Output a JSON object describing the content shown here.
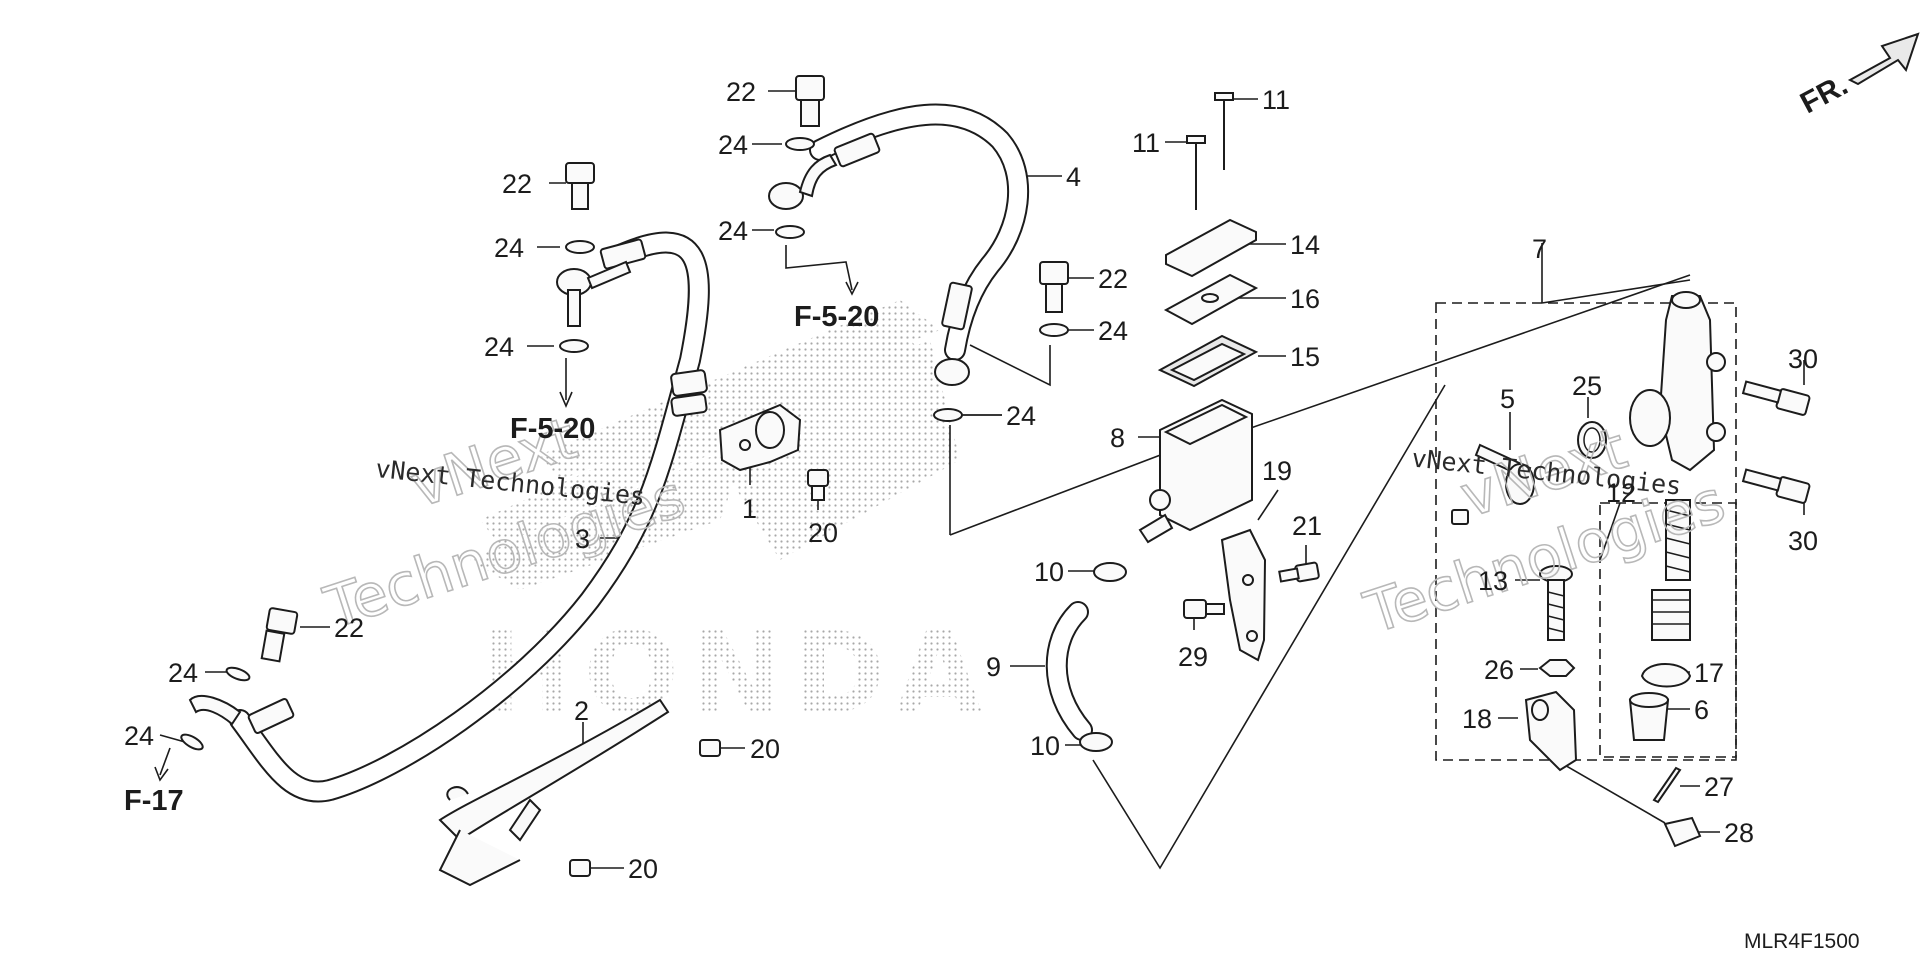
{
  "diagram": {
    "callouts": [
      {
        "id": "c1",
        "text": "1"
      },
      {
        "id": "c2",
        "text": "2"
      },
      {
        "id": "c3",
        "text": "3"
      },
      {
        "id": "c4",
        "text": "4"
      },
      {
        "id": "c5",
        "text": "5"
      },
      {
        "id": "c6",
        "text": "6"
      },
      {
        "id": "c7",
        "text": "7"
      },
      {
        "id": "c8",
        "text": "8"
      },
      {
        "id": "c9",
        "text": "9"
      },
      {
        "id": "c10a",
        "text": "10"
      },
      {
        "id": "c10b",
        "text": "10"
      },
      {
        "id": "c11a",
        "text": "11"
      },
      {
        "id": "c11b",
        "text": "11"
      },
      {
        "id": "c12",
        "text": "12"
      },
      {
        "id": "c13",
        "text": "13"
      },
      {
        "id": "c14",
        "text": "14"
      },
      {
        "id": "c15",
        "text": "15"
      },
      {
        "id": "c16",
        "text": "16"
      },
      {
        "id": "c17",
        "text": "17"
      },
      {
        "id": "c18",
        "text": "18"
      },
      {
        "id": "c19",
        "text": "19"
      },
      {
        "id": "c20a",
        "text": "20"
      },
      {
        "id": "c20b",
        "text": "20"
      },
      {
        "id": "c20c",
        "text": "20"
      },
      {
        "id": "c21",
        "text": "21"
      },
      {
        "id": "c22a",
        "text": "22"
      },
      {
        "id": "c22b",
        "text": "22"
      },
      {
        "id": "c22c",
        "text": "22"
      },
      {
        "id": "c22d",
        "text": "22"
      },
      {
        "id": "c24a",
        "text": "24"
      },
      {
        "id": "c24b",
        "text": "24"
      },
      {
        "id": "c24c",
        "text": "24"
      },
      {
        "id": "c24d",
        "text": "24"
      },
      {
        "id": "c24e",
        "text": "24"
      },
      {
        "id": "c24f",
        "text": "24"
      },
      {
        "id": "c24g",
        "text": "24"
      },
      {
        "id": "c24h",
        "text": "24"
      },
      {
        "id": "c24i",
        "text": "24"
      },
      {
        "id": "c25",
        "text": "25"
      },
      {
        "id": "c26",
        "text": "26"
      },
      {
        "id": "c27",
        "text": "27"
      },
      {
        "id": "c28",
        "text": "28"
      },
      {
        "id": "c29",
        "text": "29"
      },
      {
        "id": "c30a",
        "text": "30"
      },
      {
        "id": "c30b",
        "text": "30"
      }
    ],
    "references": [
      {
        "id": "r1",
        "text": "F-5-20"
      },
      {
        "id": "r2",
        "text": "F-5-20"
      },
      {
        "id": "r3",
        "text": "F-17"
      }
    ],
    "direction_label": "FR.",
    "diagram_code": "MLR4F1500",
    "brand_watermark": "HONDA",
    "watermarks": [
      {
        "id": "w1",
        "text": "vNext"
      },
      {
        "id": "w2",
        "text": "Technologies"
      },
      {
        "id": "w3",
        "text": "vNext Technologies"
      },
      {
        "id": "w4",
        "text": "vNext"
      },
      {
        "id": "w5",
        "text": "Technologies"
      },
      {
        "id": "w6",
        "text": "vNext Technologies"
      }
    ]
  }
}
